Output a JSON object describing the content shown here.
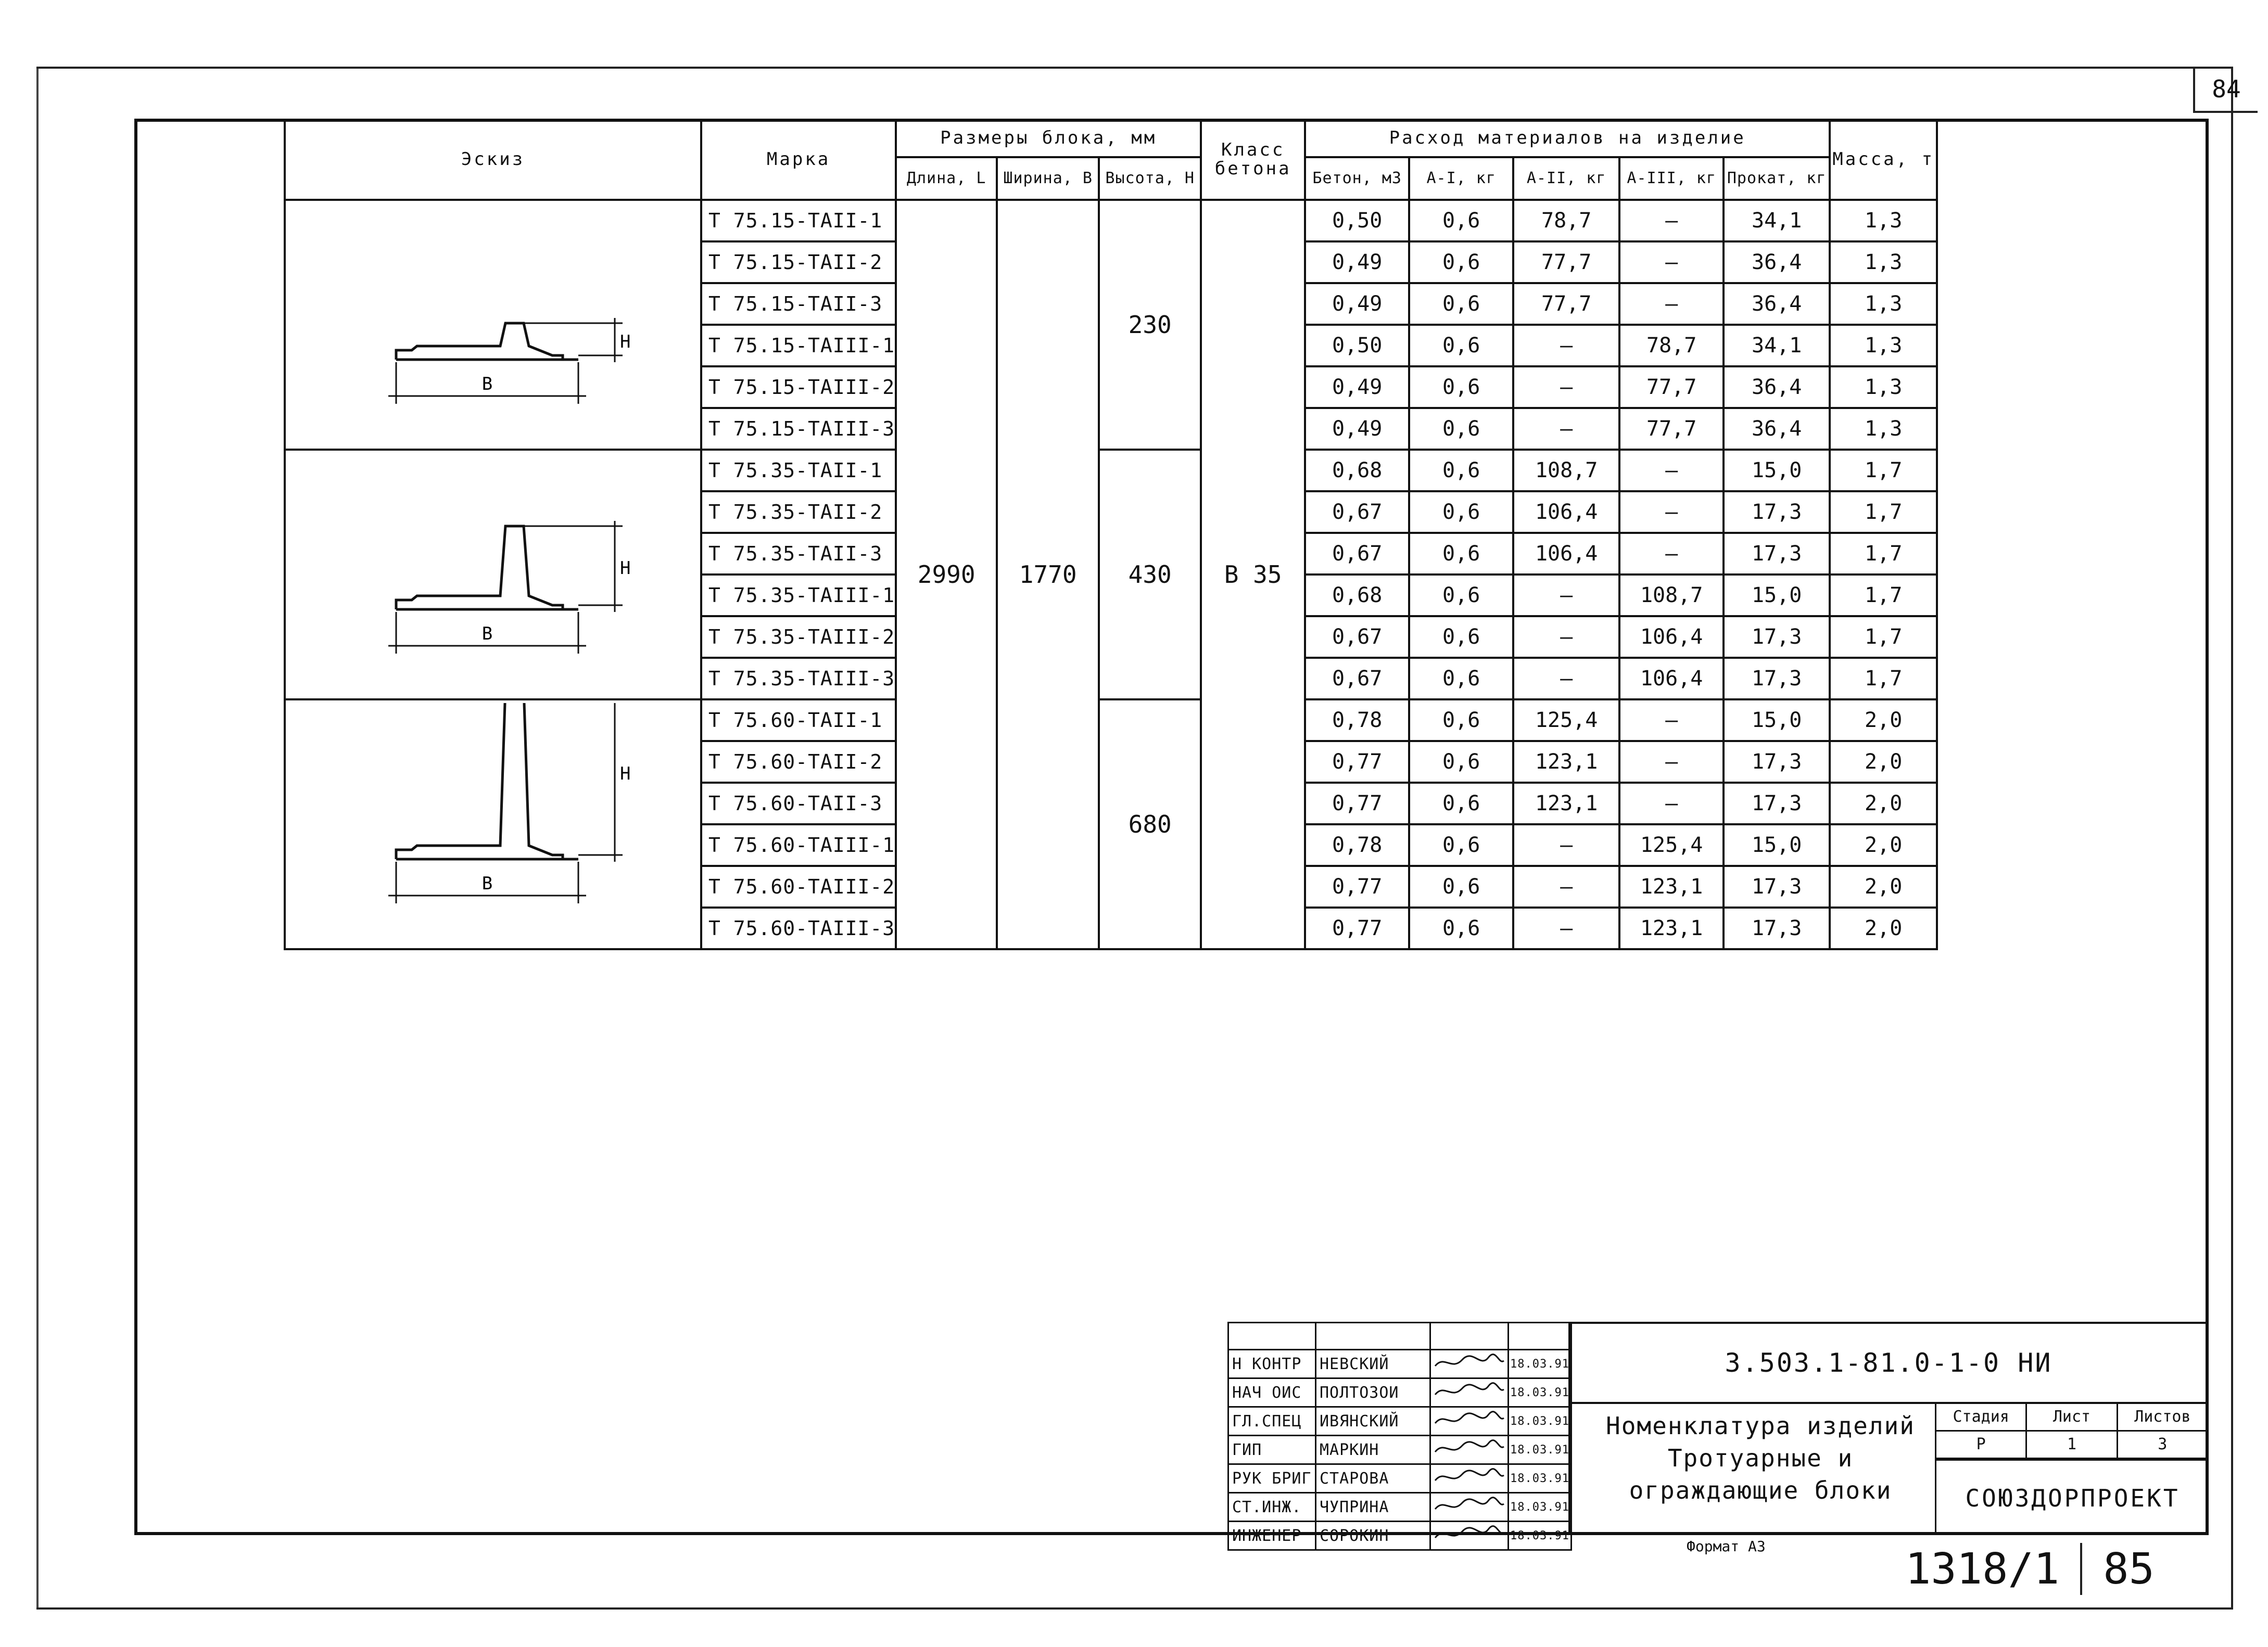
{
  "sheet_tab": "84",
  "table": {
    "headers": {
      "sketch": "Эскиз",
      "mark": "Марка",
      "dims": "Размеры блока, мм",
      "length": "Длина, L",
      "width": "Ширина, B",
      "height": "Высота, H",
      "class": "Класс бетона",
      "materials": "Расход материалов на изделие",
      "concrete": "Бетон, м3",
      "a1": "A-I, кг",
      "a2": "A-II, кг",
      "a3": "A-III, кг",
      "rolled": "Прокат, кг",
      "mass": "Масса, т"
    },
    "length_value": "2990",
    "width_value": "1770",
    "class_value": "В 35",
    "sketch_labels": {
      "h": "H",
      "b": "B"
    },
    "groups": [
      {
        "height": "230",
        "rows": [
          {
            "mark": "Т 75.15-ТАII-1",
            "concrete": "0,50",
            "a1": "0,6",
            "a2": "78,7",
            "a3": "—",
            "rolled": "34,1",
            "mass": "1,3"
          },
          {
            "mark": "Т 75.15-ТАII-2",
            "concrete": "0,49",
            "a1": "0,6",
            "a2": "77,7",
            "a3": "—",
            "rolled": "36,4",
            "mass": "1,3"
          },
          {
            "mark": "Т 75.15-ТАII-3",
            "concrete": "0,49",
            "a1": "0,6",
            "a2": "77,7",
            "a3": "—",
            "rolled": "36,4",
            "mass": "1,3"
          },
          {
            "mark": "Т 75.15-ТАIII-1",
            "concrete": "0,50",
            "a1": "0,6",
            "a2": "—",
            "a3": "78,7",
            "rolled": "34,1",
            "mass": "1,3"
          },
          {
            "mark": "Т 75.15-ТАIII-2",
            "concrete": "0,49",
            "a1": "0,6",
            "a2": "—",
            "a3": "77,7",
            "rolled": "36,4",
            "mass": "1,3"
          },
          {
            "mark": "Т 75.15-ТАIII-3",
            "concrete": "0,49",
            "a1": "0,6",
            "a2": "—",
            "a3": "77,7",
            "rolled": "36,4",
            "mass": "1,3"
          }
        ]
      },
      {
        "height": "430",
        "rows": [
          {
            "mark": "Т 75.35-ТАII-1",
            "concrete": "0,68",
            "a1": "0,6",
            "a2": "108,7",
            "a3": "—",
            "rolled": "15,0",
            "mass": "1,7"
          },
          {
            "mark": "Т 75.35-ТАII-2",
            "concrete": "0,67",
            "a1": "0,6",
            "a2": "106,4",
            "a3": "—",
            "rolled": "17,3",
            "mass": "1,7"
          },
          {
            "mark": "Т 75.35-ТАII-3",
            "concrete": "0,67",
            "a1": "0,6",
            "a2": "106,4",
            "a3": "—",
            "rolled": "17,3",
            "mass": "1,7"
          },
          {
            "mark": "Т 75.35-ТАIII-1",
            "concrete": "0,68",
            "a1": "0,6",
            "a2": "—",
            "a3": "108,7",
            "rolled": "15,0",
            "mass": "1,7"
          },
          {
            "mark": "Т 75.35-ТАIII-2",
            "concrete": "0,67",
            "a1": "0,6",
            "a2": "—",
            "a3": "106,4",
            "rolled": "17,3",
            "mass": "1,7"
          },
          {
            "mark": "Т 75.35-ТАIII-3",
            "concrete": "0,67",
            "a1": "0,6",
            "a2": "—",
            "a3": "106,4",
            "rolled": "17,3",
            "mass": "1,7"
          }
        ]
      },
      {
        "height": "680",
        "rows": [
          {
            "mark": "Т 75.60-ТАII-1",
            "concrete": "0,78",
            "a1": "0,6",
            "a2": "125,4",
            "a3": "—",
            "rolled": "15,0",
            "mass": "2,0"
          },
          {
            "mark": "Т 75.60-ТАII-2",
            "concrete": "0,77",
            "a1": "0,6",
            "a2": "123,1",
            "a3": "—",
            "rolled": "17,3",
            "mass": "2,0"
          },
          {
            "mark": "Т 75.60-ТАII-3",
            "concrete": "0,77",
            "a1": "0,6",
            "a2": "123,1",
            "a3": "—",
            "rolled": "17,3",
            "mass": "2,0"
          },
          {
            "mark": "Т 75.60-ТАIII-1",
            "concrete": "0,78",
            "a1": "0,6",
            "a2": "—",
            "a3": "125,4",
            "rolled": "15,0",
            "mass": "2,0"
          },
          {
            "mark": "Т 75.60-ТАIII-2",
            "concrete": "0,77",
            "a1": "0,6",
            "a2": "—",
            "a3": "123,1",
            "rolled": "17,3",
            "mass": "2,0"
          },
          {
            "mark": "Т 75.60-ТАIII-3",
            "concrete": "0,77",
            "a1": "0,6",
            "a2": "—",
            "a3": "123,1",
            "rolled": "17,3",
            "mass": "2,0"
          }
        ]
      }
    ]
  },
  "title_block": {
    "signatures": [
      {
        "role": "Н КОНТР",
        "name": "НЕВСКИЙ",
        "date": "18.03.91"
      },
      {
        "role": "НАЧ ОИС",
        "name": "ПОЛТОЗОИ",
        "date": "18.03.91"
      },
      {
        "role": "ГЛ.СПЕЦ",
        "name": "ИВЯНСКИЙ",
        "date": "18.03.91"
      },
      {
        "role": "ГИП",
        "name": "МАРКИН",
        "date": "18.03.91"
      },
      {
        "role": "РУК БРИГ",
        "name": "СТАРОВА",
        "date": "18.03.91"
      },
      {
        "role": "СТ.ИНЖ.",
        "name": "ЧУПРИНА",
        "date": "18.03.91"
      },
      {
        "role": "ИНЖЕНЕР",
        "name": "СОРОКИН",
        "date": "18.03.91"
      }
    ],
    "doc_code": "3.503.1-81.0-1-0 НИ",
    "title_line1": "Номенклатура изделий",
    "title_line2": "Тротуарные и ограждающие блоки",
    "stage_label": "Стадия",
    "sheet_label": "Лист",
    "sheets_label": "Листов",
    "stage_value": "Р",
    "sheet_value": "1",
    "sheets_value": "3",
    "organization": "СОЮЗДОРПРОЕКТ"
  },
  "format_label": "Формат А3",
  "bottom_code": "1318/1",
  "bottom_page": "85"
}
